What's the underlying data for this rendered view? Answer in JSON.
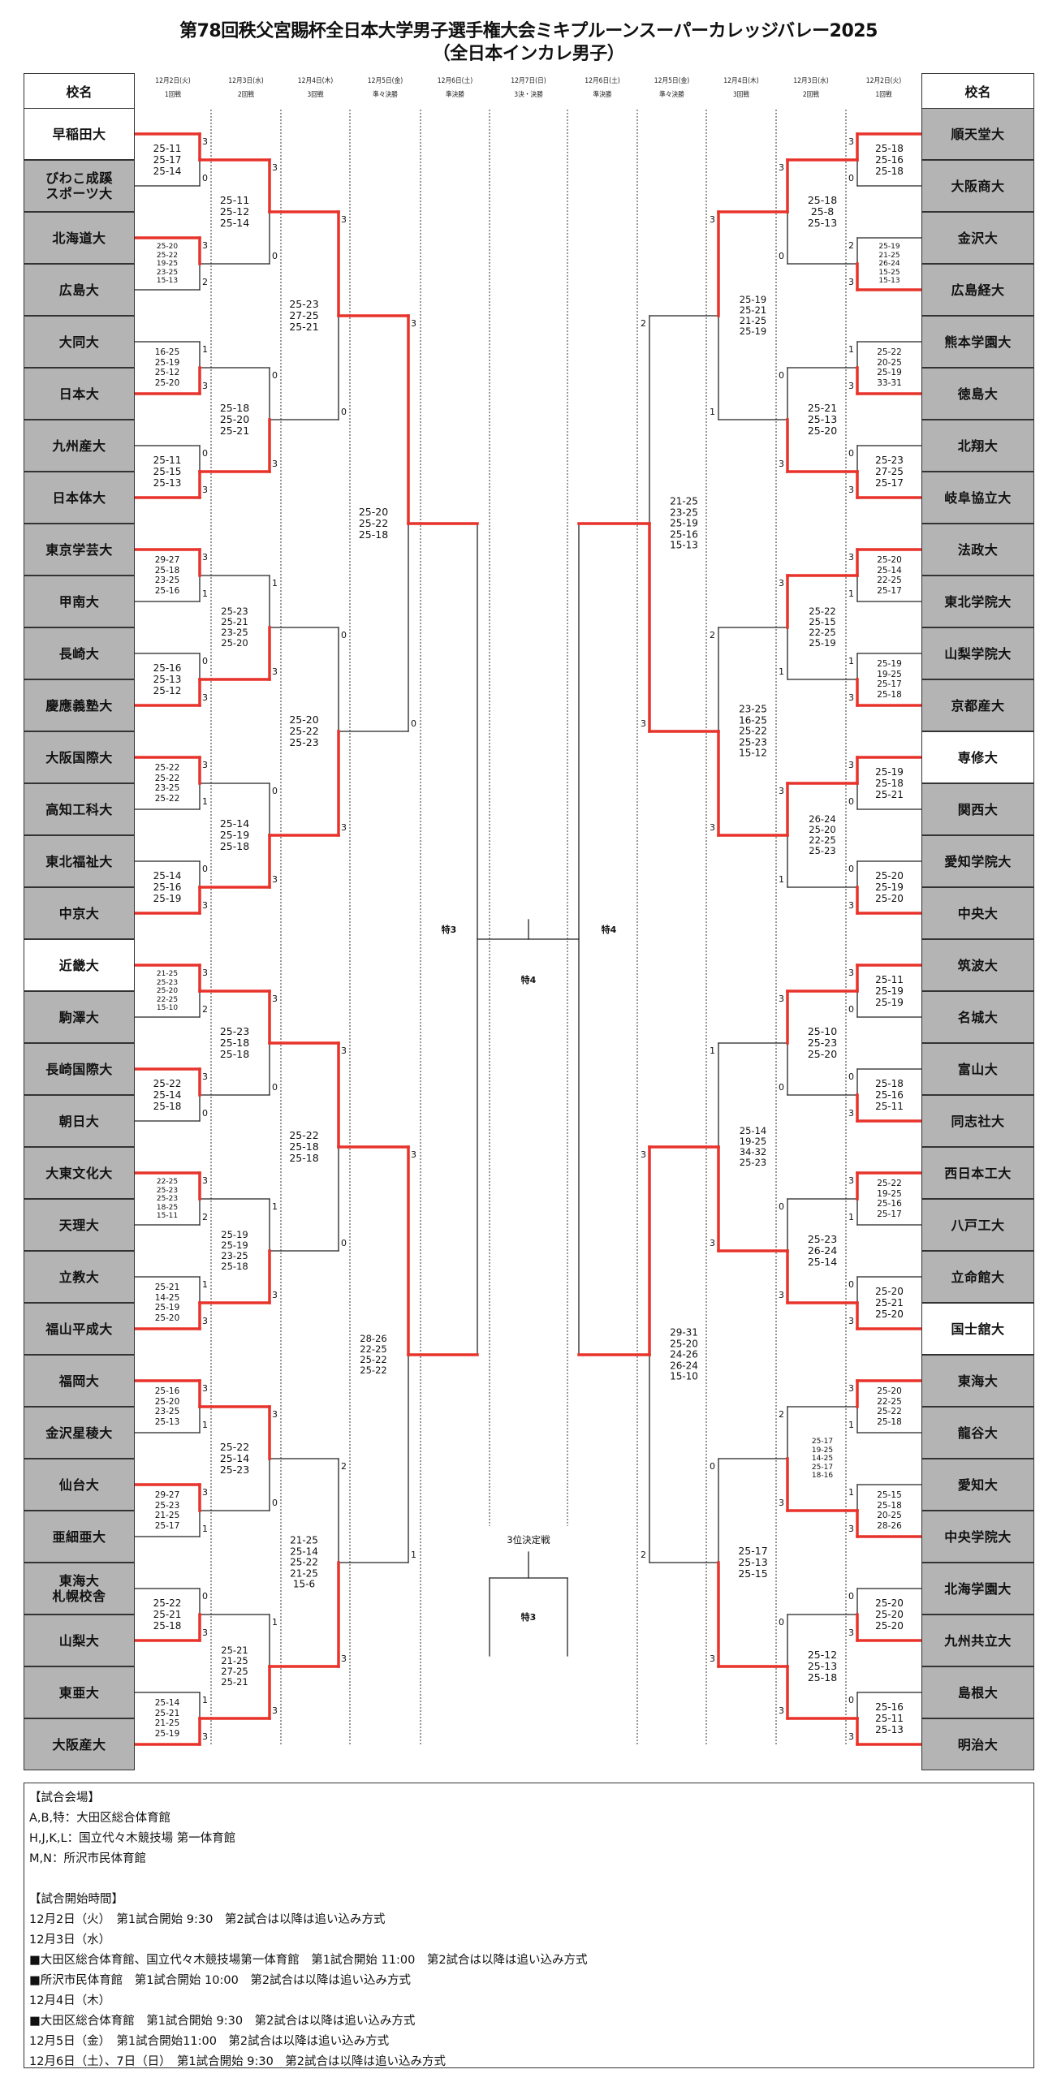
{
  "title": {
    "line1": "第78回秩父宮賜杯全日本大学男子選手権大会ミキプルーンスーパーカレッジバレー2025",
    "line2": "（全日本インカレ男子）"
  },
  "header": {
    "name_col": "校名",
    "left_cols": [
      {
        "date": "12月2日(火)",
        "round": "1回戦"
      },
      {
        "date": "12月3日(水)",
        "round": "2回戦"
      },
      {
        "date": "12月4日(木)",
        "round": "3回戦"
      },
      {
        "date": "12月5日(金)",
        "round": "準々決勝"
      },
      {
        "date": "12月6日(土)",
        "round": "準決勝"
      }
    ],
    "center_col": {
      "date": "12月7日(日)",
      "round": "3決・決勝"
    },
    "right_cols": [
      {
        "date": "12月6日(土)",
        "round": "準決勝"
      },
      {
        "date": "12月5日(金)",
        "round": "準々決勝"
      },
      {
        "date": "12月4日(木)",
        "round": "3回戦"
      },
      {
        "date": "12月3日(水)",
        "round": "2回戦"
      },
      {
        "date": "12月2日(火)",
        "round": "1回戦"
      }
    ]
  },
  "colors": {
    "winner_line": "#e8332b",
    "line": "#222222",
    "team_bg": "#b4b4b4",
    "seed_bg": "#ffffff"
  },
  "left": {
    "teams": [
      {
        "name": "早稲田大",
        "seed": true
      },
      {
        "name": "びわこ成蹊\nスポーツ大"
      },
      {
        "name": "北海道大"
      },
      {
        "name": "広島大"
      },
      {
        "name": "大同大"
      },
      {
        "name": "日本大"
      },
      {
        "name": "九州産大"
      },
      {
        "name": "日本体大"
      },
      {
        "name": "東京学芸大"
      },
      {
        "name": "甲南大"
      },
      {
        "name": "長崎大"
      },
      {
        "name": "慶應義塾大"
      },
      {
        "name": "大阪国際大"
      },
      {
        "name": "高知工科大"
      },
      {
        "name": "東北福祉大"
      },
      {
        "name": "中京大"
      },
      {
        "name": "近畿大",
        "seed": true
      },
      {
        "name": "駒澤大"
      },
      {
        "name": "長崎国際大"
      },
      {
        "name": "朝日大"
      },
      {
        "name": "大東文化大"
      },
      {
        "name": "天理大"
      },
      {
        "name": "立教大"
      },
      {
        "name": "福山平成大"
      },
      {
        "name": "福岡大"
      },
      {
        "name": "金沢星稜大"
      },
      {
        "name": "仙台大"
      },
      {
        "name": "亜細亜大"
      },
      {
        "name": "東海大\n札幌校舎"
      },
      {
        "name": "山梨大"
      },
      {
        "name": "東亜大"
      },
      {
        "name": "大阪産大"
      }
    ],
    "rounds": [
      [
        {
          "top": "3",
          "bottom": "0",
          "sets": [
            "25-11",
            "25-17",
            "25-14"
          ]
        },
        {
          "top": "3",
          "bottom": "2",
          "sets": [
            "25-20",
            "25-22",
            "19-25",
            "23-25",
            "15-13"
          ]
        },
        {
          "top": "1",
          "bottom": "3",
          "sets": [
            "16-25",
            "25-19",
            "25-12",
            "25-20"
          ]
        },
        {
          "top": "0",
          "bottom": "3",
          "sets": [
            "25-11",
            "25-15",
            "25-13"
          ]
        },
        {
          "top": "3",
          "bottom": "1",
          "sets": [
            "29-27",
            "25-18",
            "23-25",
            "25-16"
          ]
        },
        {
          "top": "0",
          "bottom": "3",
          "sets": [
            "25-16",
            "25-13",
            "25-12"
          ]
        },
        {
          "top": "3",
          "bottom": "1",
          "sets": [
            "25-22",
            "25-22",
            "23-25",
            "25-22"
          ]
        },
        {
          "top": "0",
          "bottom": "3",
          "sets": [
            "25-14",
            "25-16",
            "25-19"
          ]
        },
        {
          "top": "3",
          "bottom": "2",
          "sets": [
            "21-25",
            "25-23",
            "25-20",
            "22-25",
            "15-10"
          ]
        },
        {
          "top": "3",
          "bottom": "0",
          "sets": [
            "25-22",
            "25-14",
            "25-18"
          ]
        },
        {
          "top": "3",
          "bottom": "2",
          "sets": [
            "22-25",
            "25-23",
            "25-23",
            "18-25",
            "15-11"
          ]
        },
        {
          "top": "1",
          "bottom": "3",
          "sets": [
            "25-21",
            "14-25",
            "25-19",
            "25-20"
          ]
        },
        {
          "top": "3",
          "bottom": "1",
          "sets": [
            "25-16",
            "25-20",
            "23-25",
            "25-13"
          ]
        },
        {
          "top": "3",
          "bottom": "1",
          "sets": [
            "29-27",
            "25-23",
            "21-25",
            "25-17"
          ]
        },
        {
          "top": "0",
          "bottom": "3",
          "sets": [
            "25-22",
            "25-21",
            "25-18"
          ]
        },
        {
          "top": "1",
          "bottom": "3",
          "sets": [
            "25-14",
            "25-21",
            "21-25",
            "25-19"
          ]
        }
      ],
      [
        {
          "top": "3",
          "bottom": "0",
          "sets": [
            "25-11",
            "25-12",
            "25-14"
          ]
        },
        {
          "top": "0",
          "bottom": "3",
          "sets": [
            "25-18",
            "25-20",
            "25-21"
          ]
        },
        {
          "top": "1",
          "bottom": "3",
          "sets": [
            "25-23",
            "25-21",
            "23-25",
            "25-20"
          ]
        },
        {
          "top": "0",
          "bottom": "3",
          "sets": [
            "25-14",
            "25-19",
            "25-18"
          ]
        },
        {
          "top": "3",
          "bottom": "0",
          "sets": [
            "25-23",
            "25-18",
            "25-18"
          ]
        },
        {
          "top": "1",
          "bottom": "3",
          "sets": [
            "25-19",
            "25-19",
            "23-25",
            "25-18"
          ]
        },
        {
          "top": "3",
          "bottom": "0",
          "sets": [
            "25-22",
            "25-14",
            "25-23"
          ]
        },
        {
          "top": "1",
          "bottom": "3",
          "sets": [
            "25-21",
            "21-25",
            "27-25",
            "25-21"
          ]
        }
      ],
      [
        {
          "top": "3",
          "bottom": "0",
          "sets": [
            "25-23",
            "27-25",
            "25-21"
          ]
        },
        {
          "top": "0",
          "bottom": "3",
          "sets": [
            "25-20",
            "25-22",
            "25-23"
          ]
        },
        {
          "top": "3",
          "bottom": "0",
          "sets": [
            "25-22",
            "25-18",
            "25-18"
          ]
        },
        {
          "top": "2",
          "bottom": "3",
          "sets": [
            "21-25",
            "25-14",
            "25-22",
            "21-25",
            "15-6"
          ]
        }
      ],
      [
        {
          "top": "3",
          "bottom": "0",
          "sets": [
            "25-20",
            "25-22",
            "25-18"
          ]
        },
        {
          "top": "3",
          "bottom": "1",
          "sets": [
            "28-26",
            "22-25",
            "25-22",
            "25-22"
          ]
        }
      ]
    ],
    "semifinal_label": "特3"
  },
  "right": {
    "teams": [
      {
        "name": "順天堂大"
      },
      {
        "name": "大阪商大"
      },
      {
        "name": "金沢大"
      },
      {
        "name": "広島経大"
      },
      {
        "name": "熊本学園大"
      },
      {
        "name": "徳島大"
      },
      {
        "name": "北翔大"
      },
      {
        "name": "岐阜協立大"
      },
      {
        "name": "法政大"
      },
      {
        "name": "東北学院大"
      },
      {
        "name": "山梨学院大"
      },
      {
        "name": "京都産大"
      },
      {
        "name": "専修大",
        "seed": true
      },
      {
        "name": "関西大"
      },
      {
        "name": "愛知学院大"
      },
      {
        "name": "中央大"
      },
      {
        "name": "筑波大"
      },
      {
        "name": "名城大"
      },
      {
        "name": "富山大"
      },
      {
        "name": "同志社大"
      },
      {
        "name": "西日本工大"
      },
      {
        "name": "八戸工大"
      },
      {
        "name": "立命館大"
      },
      {
        "name": "国士舘大",
        "seed": true
      },
      {
        "name": "東海大"
      },
      {
        "name": "龍谷大"
      },
      {
        "name": "愛知大"
      },
      {
        "name": "中央学院大"
      },
      {
        "name": "北海学園大"
      },
      {
        "name": "九州共立大"
      },
      {
        "name": "島根大"
      },
      {
        "name": "明治大"
      }
    ],
    "rounds": [
      [
        {
          "top": "3",
          "bottom": "0",
          "sets": [
            "25-18",
            "25-16",
            "25-18"
          ]
        },
        {
          "top": "2",
          "bottom": "3",
          "sets": [
            "25-19",
            "21-25",
            "26-24",
            "15-25",
            "15-13"
          ]
        },
        {
          "top": "1",
          "bottom": "3",
          "sets": [
            "25-22",
            "20-25",
            "25-19",
            "33-31"
          ]
        },
        {
          "top": "0",
          "bottom": "3",
          "sets": [
            "25-23",
            "27-25",
            "25-17"
          ]
        },
        {
          "top": "3",
          "bottom": "1",
          "sets": [
            "25-20",
            "25-14",
            "22-25",
            "25-17"
          ]
        },
        {
          "top": "1",
          "bottom": "3",
          "sets": [
            "25-19",
            "19-25",
            "25-17",
            "25-18"
          ]
        },
        {
          "top": "3",
          "bottom": "0",
          "sets": [
            "25-19",
            "25-18",
            "25-21"
          ]
        },
        {
          "top": "0",
          "bottom": "3",
          "sets": [
            "25-20",
            "25-19",
            "25-20"
          ]
        },
        {
          "top": "3",
          "bottom": "0",
          "sets": [
            "25-11",
            "25-19",
            "25-19"
          ]
        },
        {
          "top": "0",
          "bottom": "3",
          "sets": [
            "25-18",
            "25-16",
            "25-11"
          ]
        },
        {
          "top": "3",
          "bottom": "1",
          "sets": [
            "25-22",
            "19-25",
            "25-16",
            "25-17"
          ]
        },
        {
          "top": "0",
          "bottom": "3",
          "sets": [
            "25-20",
            "25-21",
            "25-20"
          ]
        },
        {
          "top": "3",
          "bottom": "1",
          "sets": [
            "25-20",
            "22-25",
            "25-22",
            "25-18"
          ]
        },
        {
          "top": "1",
          "bottom": "3",
          "sets": [
            "25-15",
            "25-18",
            "20-25",
            "28-26"
          ]
        },
        {
          "top": "0",
          "bottom": "3",
          "sets": [
            "25-20",
            "25-20",
            "25-20"
          ]
        },
        {
          "top": "0",
          "bottom": "3",
          "sets": [
            "25-16",
            "25-11",
            "25-13"
          ]
        }
      ],
      [
        {
          "top": "3",
          "bottom": "0",
          "sets": [
            "25-18",
            "25-8",
            "25-13"
          ]
        },
        {
          "top": "0",
          "bottom": "3",
          "sets": [
            "25-21",
            "25-13",
            "25-20"
          ]
        },
        {
          "top": "3",
          "bottom": "1",
          "sets": [
            "25-22",
            "25-15",
            "22-25",
            "25-19"
          ]
        },
        {
          "top": "3",
          "bottom": "1",
          "sets": [
            "26-24",
            "25-20",
            "22-25",
            "25-23"
          ]
        },
        {
          "top": "3",
          "bottom": "0",
          "sets": [
            "25-10",
            "25-23",
            "25-20"
          ]
        },
        {
          "top": "0",
          "bottom": "3",
          "sets": [
            "25-23",
            "26-24",
            "25-14"
          ]
        },
        {
          "top": "2",
          "bottom": "3",
          "sets": [
            "25-17",
            "19-25",
            "14-25",
            "25-17",
            "18-16"
          ]
        },
        {
          "top": "0",
          "bottom": "3",
          "sets": [
            "25-12",
            "25-13",
            "25-18"
          ]
        }
      ],
      [
        {
          "top": "3",
          "bottom": "1",
          "sets": [
            "25-19",
            "25-21",
            "21-25",
            "25-19"
          ]
        },
        {
          "top": "2",
          "bottom": "3",
          "sets": [
            "23-25",
            "16-25",
            "25-22",
            "25-23",
            "15-12"
          ]
        },
        {
          "top": "1",
          "bottom": "3",
          "sets": [
            "25-14",
            "19-25",
            "34-32",
            "25-23"
          ]
        },
        {
          "top": "0",
          "bottom": "3",
          "sets": [
            "25-17",
            "25-13",
            "25-15"
          ]
        }
      ],
      [
        {
          "top": "2",
          "bottom": "3",
          "sets": [
            "21-25",
            "23-25",
            "25-19",
            "25-16",
            "15-13"
          ]
        },
        {
          "top": "3",
          "bottom": "2",
          "sets": [
            "29-31",
            "25-20",
            "24-26",
            "26-24",
            "15-10"
          ]
        }
      ]
    ],
    "semifinal_label": "特4"
  },
  "center": {
    "final_label": "特4",
    "third_place_title": "3位決定戦",
    "third_place_label": "特3"
  },
  "notes": {
    "lines": [
      "【試合会場】",
      "A,B,特：大田区総合体育館",
      "H,J,K,L：国立代々木競技場 第一体育館",
      "M,N：所沢市民体育館",
      "",
      "【試合開始時間】",
      "12月2日（火）　第1試合開始 9:30　第2試合は以降は追い込み方式",
      "12月3日（水）",
      "■大田区総合体育館、国立代々木競技場第一体育館　第1試合開始 11:00　第2試合は以降は追い込み方式",
      "■所沢市民体育館　第1試合開始 10:00　第2試合は以降は追い込み方式",
      "12月4日（木）",
      "■大田区総合体育館　第1試合開始 9:30　第2試合は以降は追い込み方式",
      "12月5日（金）　第1試合開始11:00　第2試合は以降は追い込み方式",
      "12月6日（土）、7日（日）　第1試合開始 9:30　第2試合は以降は追い込み方式"
    ]
  }
}
